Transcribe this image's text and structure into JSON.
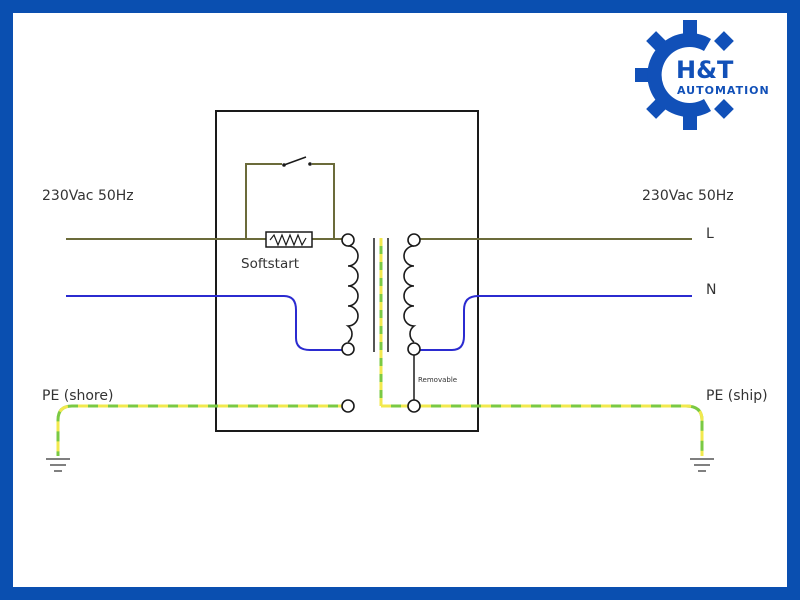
{
  "labels": {
    "left_supply": "230Vac 50Hz",
    "right_supply": "230Vac 50Hz",
    "line": "L",
    "neutral": "N",
    "pe_shore": "PE (shore)",
    "pe_ship": "PE (ship)",
    "softstart": "Softstart",
    "removable": "Removable"
  },
  "logo": {
    "primary": "H&T",
    "secondary": "AUTOMATION",
    "color": "#1150b8"
  },
  "colors": {
    "frame_border": "#0a4fb0",
    "line_wire": "#6b6b3a",
    "neutral_wire": "#2b2bd0",
    "pe_green": "#7ac943",
    "pe_yellow": "#f2e94e",
    "component": "#1a1a1a"
  }
}
